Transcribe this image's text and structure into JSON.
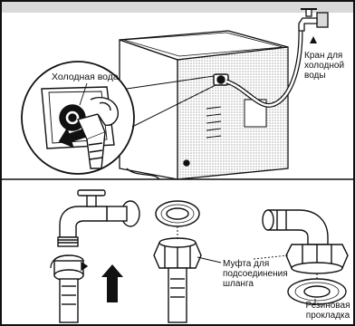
{
  "labels": {
    "cold_water": "Холодная вода",
    "cold_tap": [
      "Кран для",
      "холодной",
      "воды"
    ],
    "coupling": [
      "Муфта для",
      "подсоединения",
      "шланга"
    ],
    "gasket": [
      "Резиновая",
      "прокладка"
    ]
  },
  "colors": {
    "ink": "#111111",
    "panel": "#d9d9d9",
    "background": "#ffffff"
  },
  "icons": [
    "faucet-icon",
    "arrow-up-icon",
    "arrow-left-icon",
    "washer-icon"
  ]
}
